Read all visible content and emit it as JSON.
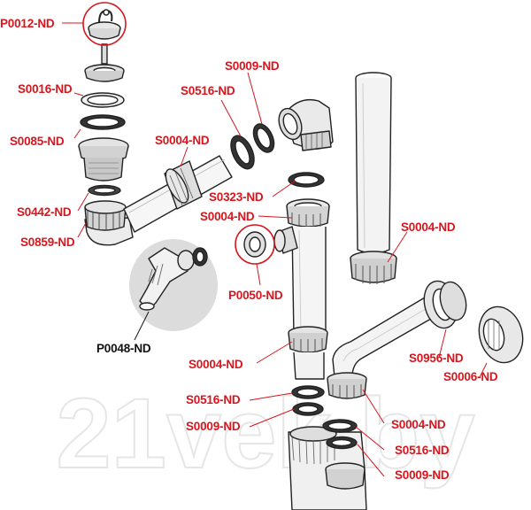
{
  "colors": {
    "label_red": "#d7161e",
    "label_black": "#111111",
    "leader_red": "#d7161e",
    "outline": "#222222",
    "part_fill": "#f4f4f4",
    "watermark": "#eeeeee",
    "highlight_bg": "#dcdcdc"
  },
  "watermark": "21vek.by",
  "labels": {
    "p0012": "P0012-ND",
    "s0016": "S0016-ND",
    "s0085": "S0085-ND",
    "s0442": "S0442-ND",
    "s0859": "S0859-ND",
    "s0004_top": "S0004-ND",
    "s0516_top": "S0516-ND",
    "s0009_top": "S0009-ND",
    "s0323": "S0323-ND",
    "s0004_mid": "S0004-ND",
    "p0050": "P0050-ND",
    "p0048": "P0048-ND",
    "s0004_right": "S0004-ND",
    "s0956": "S0956-ND",
    "s0006": "S0006-ND",
    "s0004_left": "S0004-ND",
    "s0516_left": "S0516-ND",
    "s0009_left": "S0009-ND",
    "s0004_bottom": "S0004-ND",
    "s0516_bottom": "S0516-ND",
    "s0009_bottom": "S0009-ND"
  }
}
